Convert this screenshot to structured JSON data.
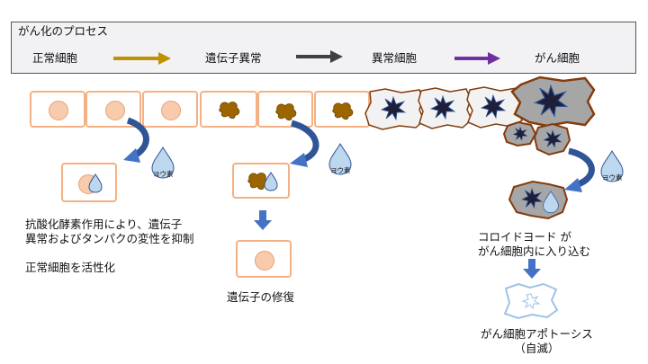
{
  "header": {
    "title": "がん化のプロセス",
    "stage_normal": "正常細胞",
    "stage_gene": "遺伝子異常",
    "stage_abnormal": "異常細胞",
    "stage_cancer": "がん細胞",
    "arrow_colors": [
      "#bf9000",
      "#404040",
      "#7030a0"
    ]
  },
  "drop_label": "ヨウ素",
  "left_branch": {
    "text1": "抗酸化酵素作用により、遺伝子\n異常およびタンパクの変性を抑制",
    "text2": "正常細胞を活性化"
  },
  "middle_branch": {
    "text": "遺伝子の修復"
  },
  "right_branch": {
    "text1": "コロイドヨード が\nがん細胞内に入り込む",
    "text2": "がん細胞アポトーシス\n（自滅）"
  },
  "colors": {
    "cell_border": "#f4b183",
    "nucleus": "#f8cbad",
    "damaged_nucleus": "#9c6500",
    "cancer_fill": "#a6a6a6",
    "cancer_border": "#843c0c",
    "abnormal_fill": "#f2f2f2",
    "blue_arrow": "#4472c4",
    "drop_fill": "#bdd7ee"
  }
}
